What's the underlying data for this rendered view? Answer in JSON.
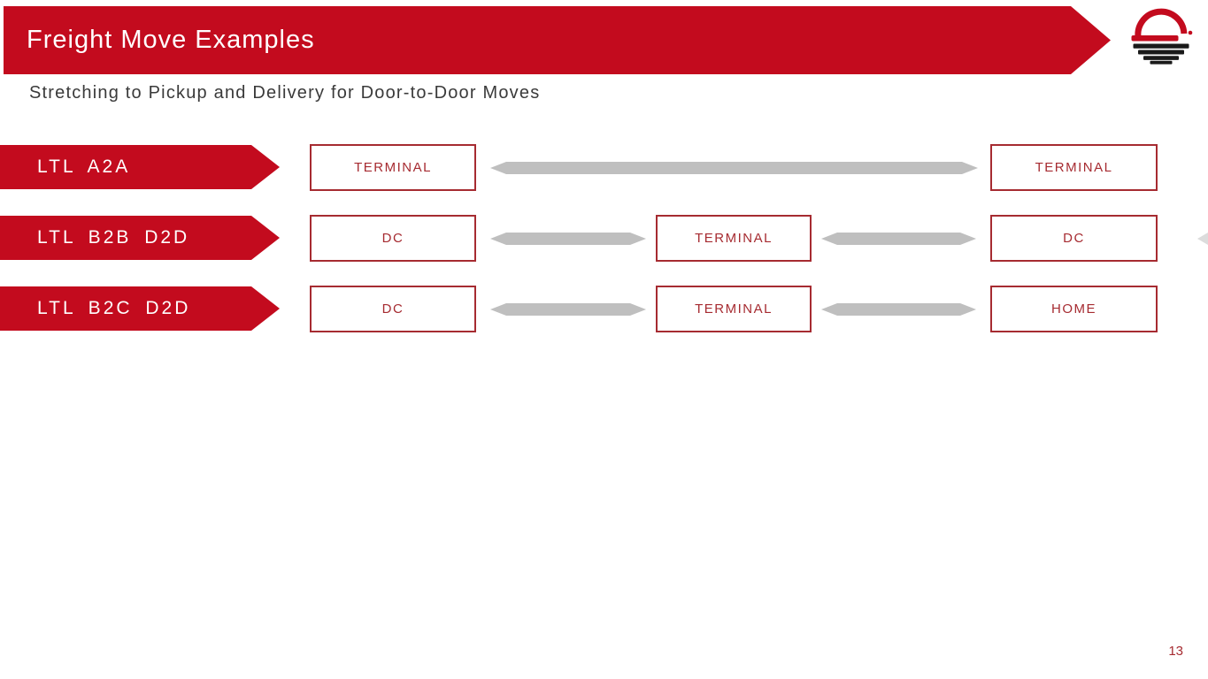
{
  "header": {
    "title": "Freight Move Examples",
    "subtitle": "Stretching to Pickup and Delivery for Door-to-Door Moves"
  },
  "logo": {
    "icon": "sun-arc-stripes-logo"
  },
  "rows": [
    {
      "label": "LTL A2A",
      "start": "TERMINAL",
      "middle": "",
      "end": "TERMINAL"
    },
    {
      "label": "LTL B2B D2D",
      "start": "DC",
      "middle": "TERMINAL",
      "end": "DC"
    },
    {
      "label": "LTL B2C D2D",
      "start": "DC",
      "middle": "TERMINAL",
      "end": "HOME"
    }
  ],
  "footer": {
    "page_number": "13"
  },
  "colors": {
    "banner_red": "#c30b1e",
    "label_red": "#c30b1e",
    "box_red": "#a62b31",
    "arrow_gray": "#bfbfbf",
    "subtitle_gray": "#3a3a3a",
    "logo_black": "#1a1a1a"
  }
}
